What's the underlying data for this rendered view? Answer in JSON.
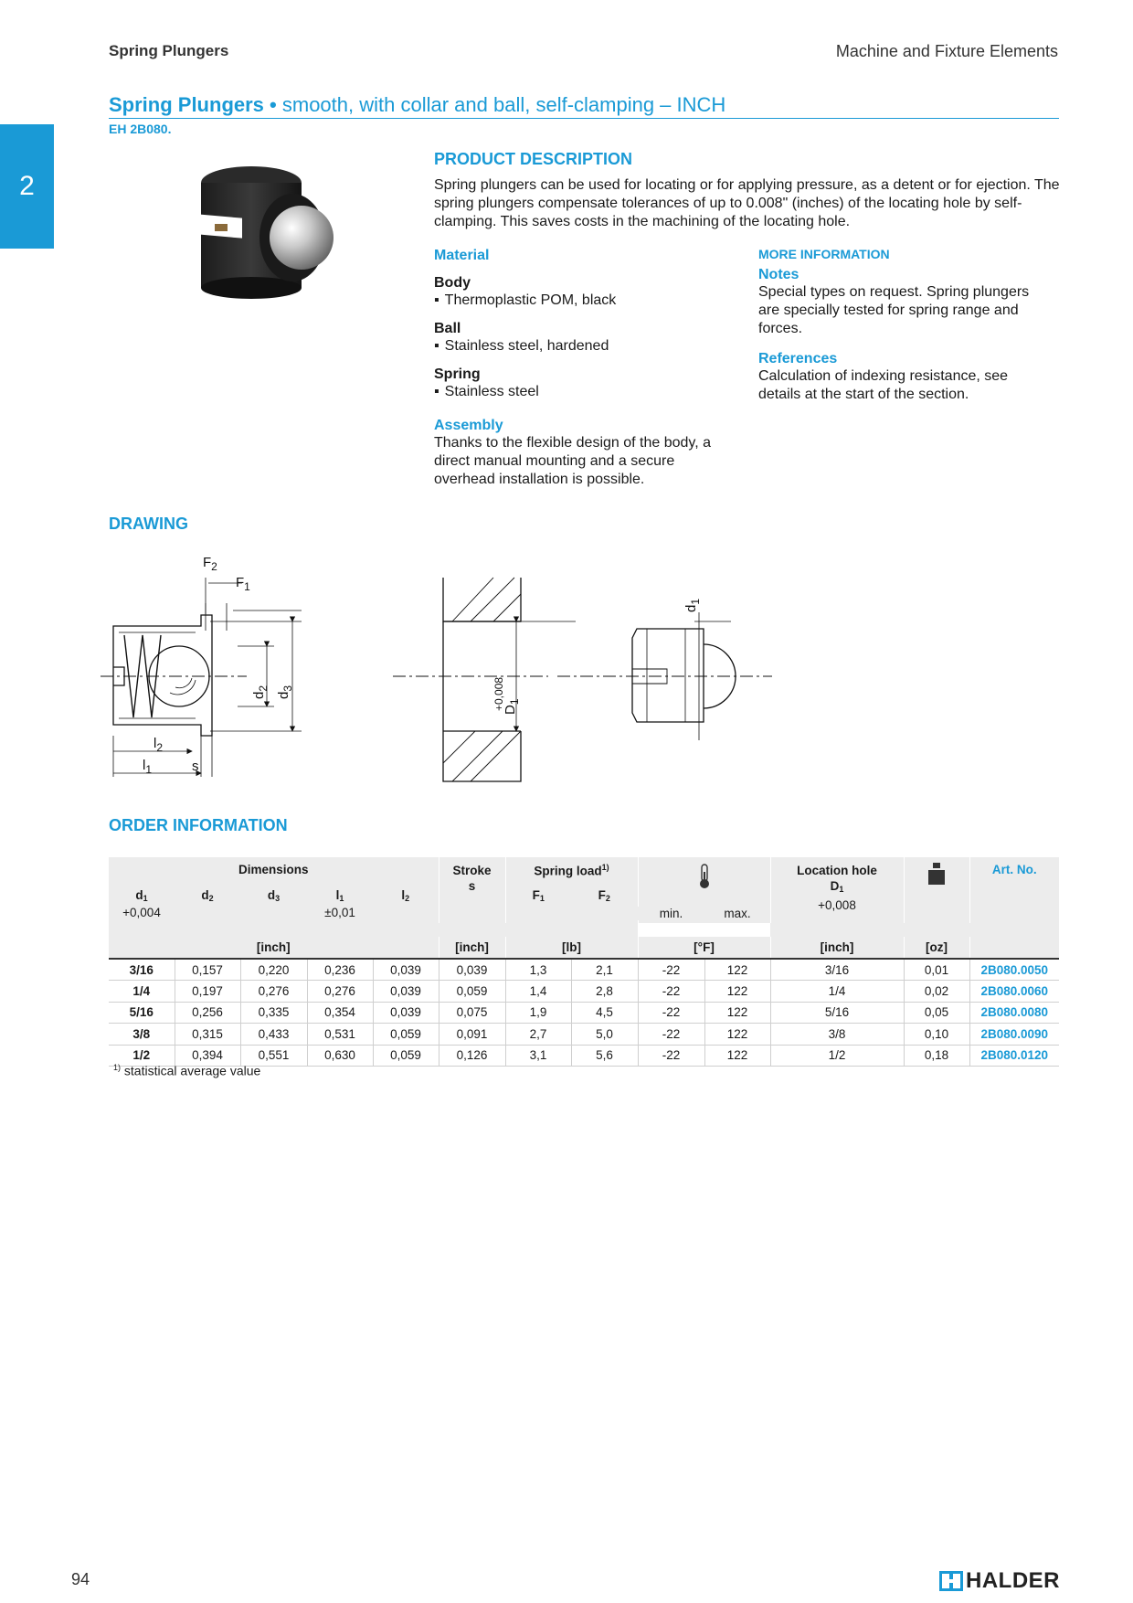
{
  "header": {
    "section": "Spring Plungers",
    "catalog": "Machine and Fixture Elements"
  },
  "chapter_tab": "2",
  "title": {
    "main": "Spring Plungers",
    "separator": "•",
    "sub": "smooth, with collar and ball, self-clamping – INCH"
  },
  "product_code": "EH 2B080.",
  "product_description": {
    "heading": "PRODUCT DESCRIPTION",
    "text": "Spring plungers can be used for locating or for applying pressure, as a detent or for ejection. The spring plungers compensate tolerances of up to 0.008\" (inches) of the locating hole by self-clamping. This saves costs in the machining of the locating hole."
  },
  "material": {
    "heading": "Material",
    "items": [
      {
        "label": "Body",
        "value": "Thermoplastic POM, black"
      },
      {
        "label": "Ball",
        "value": "Stainless steel, hardened"
      },
      {
        "label": "Spring",
        "value": "Stainless steel"
      }
    ]
  },
  "assembly": {
    "heading": "Assembly",
    "text": "Thanks to the flexible design of the body, a direct manual mounting and a secure overhead installation is possible."
  },
  "more_info": {
    "heading": "MORE INFORMATION",
    "notes_heading": "Notes",
    "notes_text": "Special types on request. Spring plungers are specially tested for spring range and forces.",
    "references_heading": "References",
    "references_text": "Calculation of indexing resistance, see details at the start of the section."
  },
  "drawing": {
    "heading": "DRAWING",
    "labels": {
      "F": "F",
      "sub_1": "1",
      "sub_2": "2",
      "d": "d",
      "sub_3": "3",
      "l": "l",
      "s": "s",
      "D": "D",
      "tol": "+0,008"
    }
  },
  "order_information": {
    "heading": "ORDER INFORMATION",
    "header": {
      "dimensions": "Dimensions",
      "stroke": "Stroke",
      "stroke_sym": "s",
      "spring_load": "Spring load",
      "spring_load_note": "1)",
      "location_hole": "Location hole",
      "location_sym": "D",
      "location_sub": "1",
      "location_tol": "+0,008",
      "art_no": "Art. No.",
      "d": "d",
      "l": "l",
      "sub_1": "1",
      "sub_2": "2",
      "sub_3": "3",
      "d1_tol": "+0,004",
      "l1_tol": "±0,01",
      "F": "F",
      "min": "min.",
      "max": "max.",
      "unit_inch": "[inch]",
      "unit_lb": "[lb]",
      "unit_F": "[°F]",
      "unit_oz": "[oz]",
      "thermometer_icon": "thermometer-icon",
      "weight_icon": "weight-icon"
    },
    "rows": [
      [
        "3/16",
        "0,157",
        "0,220",
        "0,236",
        "0,039",
        "0,039",
        "1,3",
        "2,1",
        "-22",
        "122",
        "3/16",
        "0,01",
        "2B080.0050"
      ],
      [
        "1/4",
        "0,197",
        "0,276",
        "0,276",
        "0,039",
        "0,059",
        "1,4",
        "2,8",
        "-22",
        "122",
        "1/4",
        "0,02",
        "2B080.0060"
      ],
      [
        "5/16",
        "0,256",
        "0,335",
        "0,354",
        "0,039",
        "0,075",
        "1,9",
        "4,5",
        "-22",
        "122",
        "5/16",
        "0,05",
        "2B080.0080"
      ],
      [
        "3/8",
        "0,315",
        "0,433",
        "0,531",
        "0,059",
        "0,091",
        "2,7",
        "5,0",
        "-22",
        "122",
        "3/8",
        "0,10",
        "2B080.0090"
      ],
      [
        "1/2",
        "0,394",
        "0,551",
        "0,630",
        "0,059",
        "0,126",
        "3,1",
        "5,6",
        "-22",
        "122",
        "1/2",
        "0,18",
        "2B080.0120"
      ]
    ],
    "footnote_mark": "1)",
    "footnote": "statistical average value"
  },
  "page_number": "94",
  "brand": "HALDER"
}
